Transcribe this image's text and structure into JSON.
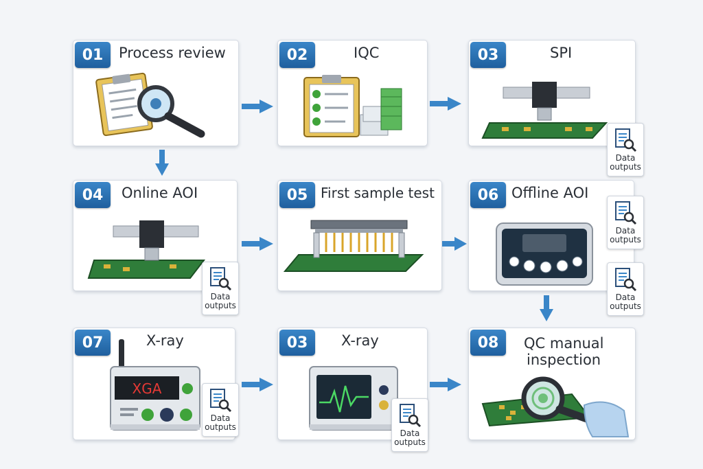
{
  "steps": [
    {
      "number": "01",
      "title": "Process review"
    },
    {
      "number": "02",
      "title": "IQC"
    },
    {
      "number": "03",
      "title": "SPI"
    },
    {
      "number": "04",
      "title": "Online AOI"
    },
    {
      "number": "05",
      "title": "First sample test"
    },
    {
      "number": "06",
      "title": "Offline AOI"
    },
    {
      "number": "07",
      "title": "X-ray"
    },
    {
      "number": "03",
      "title": "X-ray"
    },
    {
      "number": "08",
      "title_line1": "QC manual",
      "title_line2": "inspection"
    }
  ],
  "data_output_label_line1": "Data",
  "data_output_label_line2": "outputs",
  "xray_display_text": "XGA",
  "colors": {
    "badge_blue": "#2a73b8",
    "arrow_blue": "#3a86c8",
    "pcb_green": "#2e7d32",
    "check_green": "#3fa33a"
  }
}
